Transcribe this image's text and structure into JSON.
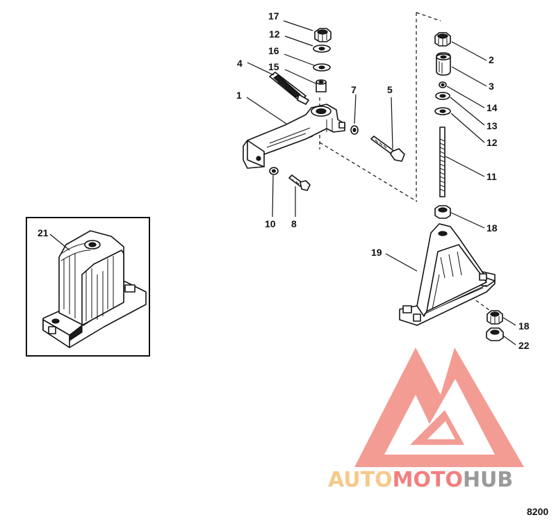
{
  "figure_number": "8200",
  "watermark": {
    "part1": "AUTO",
    "part2": "MOTO",
    "part3": "HUB",
    "colors": {
      "logo": "#f08080",
      "auto": "#f6c98a",
      "moto": "#f08080",
      "hub": "#9a9a9a"
    }
  },
  "callouts": [
    {
      "id": "c17",
      "label": "17"
    },
    {
      "id": "c12a",
      "label": "12"
    },
    {
      "id": "c16",
      "label": "16"
    },
    {
      "id": "c4",
      "label": "4"
    },
    {
      "id": "c15",
      "label": "15"
    },
    {
      "id": "c1",
      "label": "1"
    },
    {
      "id": "c7",
      "label": "7"
    },
    {
      "id": "c5",
      "label": "5"
    },
    {
      "id": "c10",
      "label": "10"
    },
    {
      "id": "c8",
      "label": "8"
    },
    {
      "id": "c2",
      "label": "2"
    },
    {
      "id": "c3",
      "label": "3"
    },
    {
      "id": "c14",
      "label": "14"
    },
    {
      "id": "c13",
      "label": "13"
    },
    {
      "id": "c12b",
      "label": "12"
    },
    {
      "id": "c11",
      "label": "11"
    },
    {
      "id": "c18a",
      "label": "18"
    },
    {
      "id": "c19",
      "label": "19"
    },
    {
      "id": "c18b",
      "label": "18"
    },
    {
      "id": "c22",
      "label": "22"
    },
    {
      "id": "c21",
      "label": "21"
    }
  ]
}
